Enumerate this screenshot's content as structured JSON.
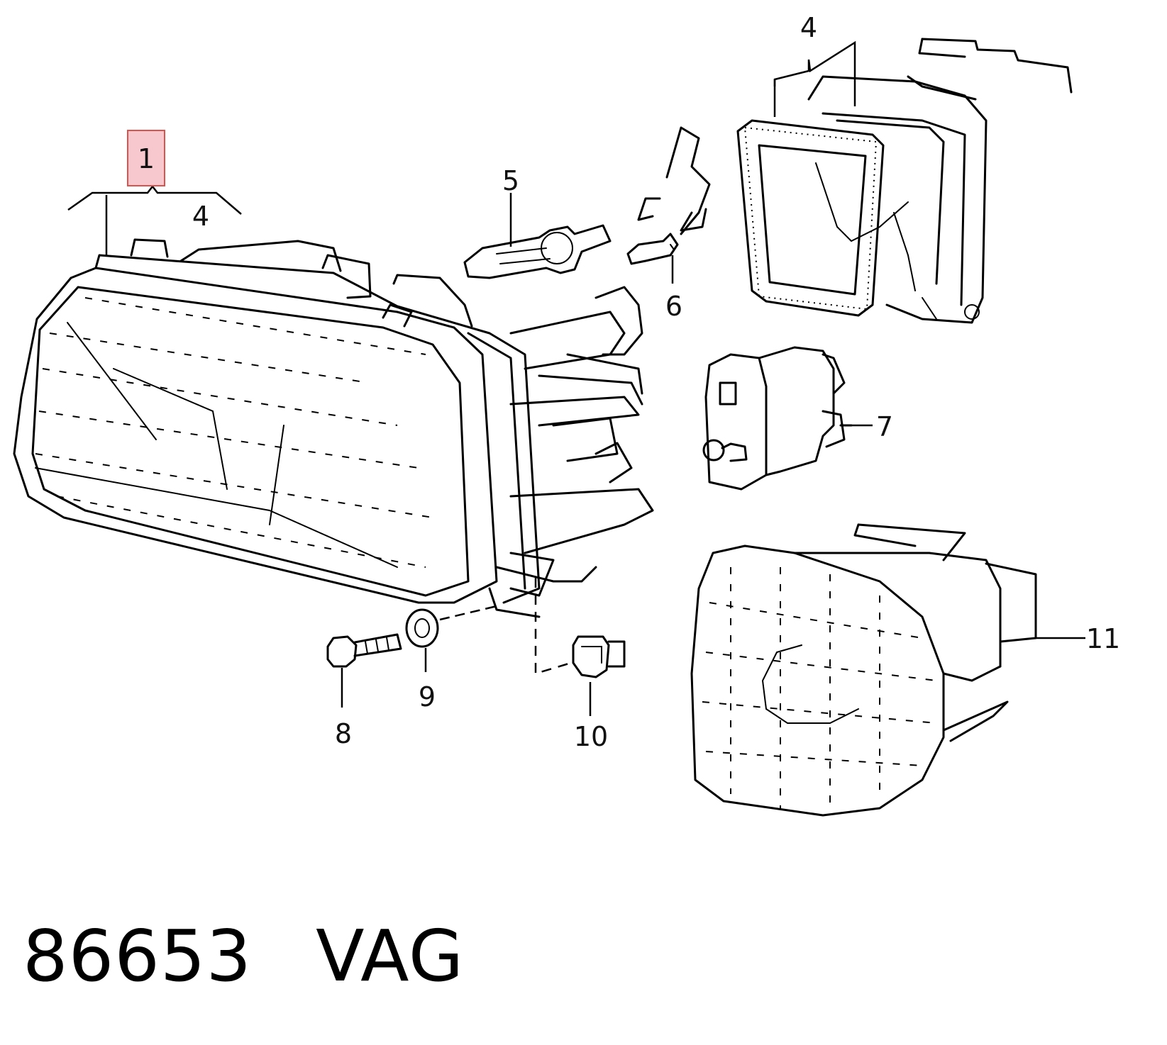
{
  "callouts": [
    {
      "id": "1",
      "label": "1",
      "highlighted": true
    },
    {
      "id": "4a",
      "label": "4"
    },
    {
      "id": "4b",
      "label": "4"
    },
    {
      "id": "5",
      "label": "5"
    },
    {
      "id": "6",
      "label": "6"
    },
    {
      "id": "7",
      "label": "7"
    },
    {
      "id": "8",
      "label": "8"
    },
    {
      "id": "9",
      "label": "9"
    },
    {
      "id": "10",
      "label": "10"
    },
    {
      "id": "11",
      "label": "11"
    }
  ],
  "footer": {
    "part_number": "86653",
    "brand": "VAG"
  },
  "colors": {
    "highlight_fill": "#f7c9cf",
    "highlight_stroke": "#d9534f",
    "line": "#000000",
    "background": "#ffffff"
  }
}
